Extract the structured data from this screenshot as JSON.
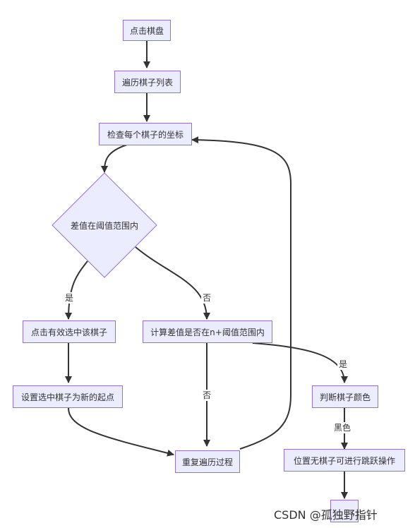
{
  "nodes": {
    "click_board": "点击棋盘",
    "iterate_list": "遍历棋子列表",
    "check_coords": "检查每个棋子的坐标",
    "diff_in_threshold": "差值在阈值范围内",
    "select_piece": "点击有效选中该棋子",
    "calc_diff": "计算差值是否在n+阈值范围内",
    "set_start": "设置选中棋子为新的起点",
    "judge_color": "判断棋子颜色",
    "repeat": "重复遍历过程",
    "jump": "位置无棋子可进行跳跃操作",
    "final": ""
  },
  "edge_labels": {
    "yes1": "是",
    "no1": "否",
    "no2": "否",
    "yes2": "是",
    "black": "黑色"
  },
  "watermark": "CSDN @孤独野指针",
  "colors": {
    "node_fill": "#ececff",
    "node_border": "#9370db",
    "edge": "#333333"
  }
}
